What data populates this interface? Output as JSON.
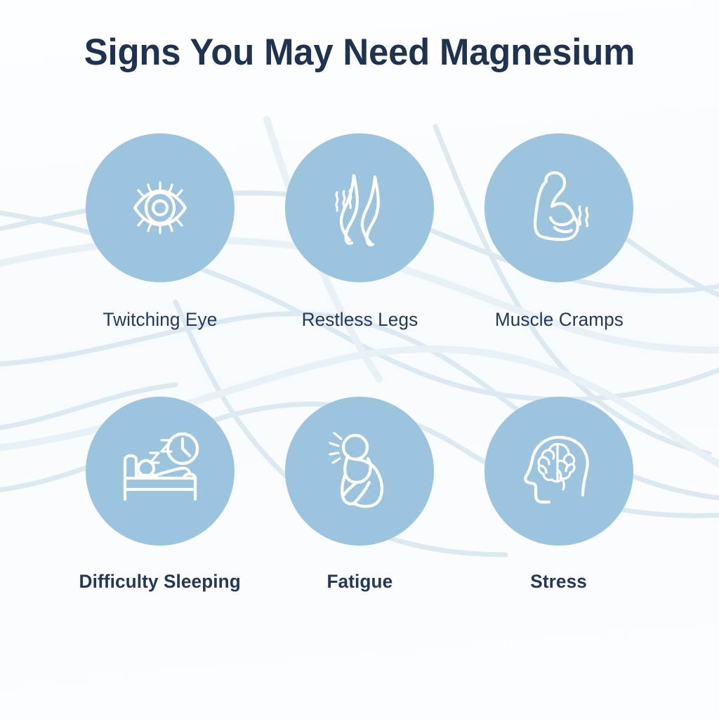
{
  "poster": {
    "title": "Signs You May Need Magnesium",
    "background_color": "#fbfdfe",
    "circle_color": "#9cc4de",
    "icon_color": "#ffffff",
    "title_color": "#1f3350",
    "label_color": "#24395a",
    "wave_color": "#dce9f0"
  },
  "items": [
    {
      "label": "Twitching Eye",
      "icon": "eye-icon"
    },
    {
      "label": "Restless Legs",
      "icon": "legs-icon"
    },
    {
      "label": "Muscle Cramps",
      "icon": "flexed-bicep-icon"
    },
    {
      "label": "Difficulty Sleeping",
      "icon": "person-in-bed-clock-icon"
    },
    {
      "label": "Fatigue",
      "icon": "slumped-person-icon"
    },
    {
      "label": "Stress",
      "icon": "head-brain-icon"
    }
  ]
}
